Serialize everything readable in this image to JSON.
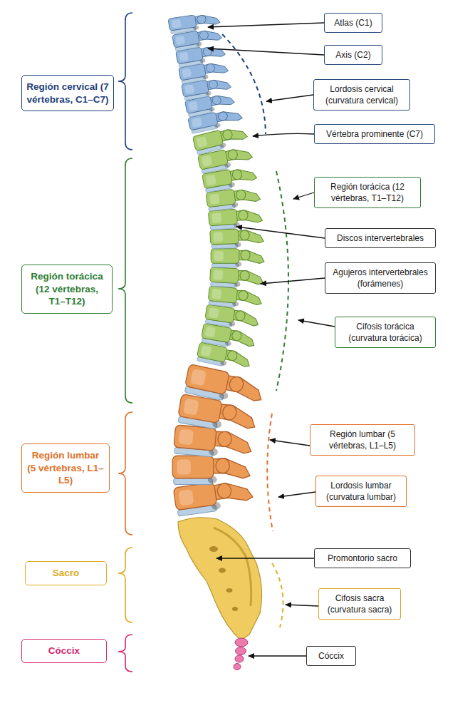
{
  "diagram": {
    "nodes": [
      {
        "text": [
          "Región cervical (7 vértebras, C1–C7)"
        ]
      },
      {
        "text": [
          "Atlas (C1)"
        ]
      },
      {
        "text": [
          "Axis (C2)"
        ]
      },
      {
        "text": [
          "Lordosis cervical (curvatura cervical)"
        ]
      },
      {
        "text": [
          "Vértebra prominente (C7)"
        ]
      },
      {
        "text": [
          "Región torácica (12 vértebras, T1–T12)"
        ]
      },
      {
        "text": [
          "Región torácica (12 vértebras, T1–T12)"
        ]
      },
      {
        "text": [
          "Discos intervertebrales"
        ]
      },
      {
        "text": [
          "Agujeros intervertebrales (forámenes)"
        ]
      },
      {
        "text": [
          "Cifosis torácica (curvatura torácica)"
        ]
      },
      {
        "text": [
          "Región lumbar (5 vértebras, L1–L5)"
        ]
      },
      {
        "text": [
          "Región lumbar (5 vértebras, L1–L5)"
        ]
      },
      {
        "text": [
          "Lordosis lumbar (curvatura lumbar)"
        ]
      },
      {
        "text": [
          "Sacro"
        ]
      },
      {
        "text": [
          "Promontorio sacro"
        ]
      },
      {
        "text": [
          "Cifosis sacra (curvatura sacra)"
        ]
      },
      {
        "text": [
          "Cóccix"
        ]
      },
      {
        "text": [
          "Cóccix"
        ]
      }
    ]
  }
}
